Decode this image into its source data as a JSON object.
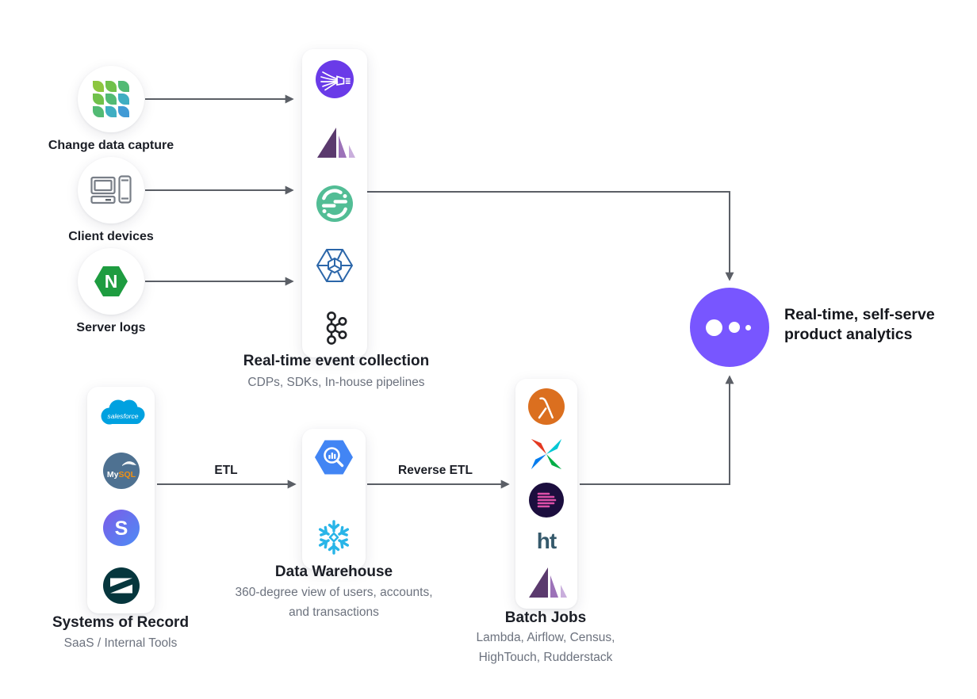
{
  "diagram": {
    "sources": [
      {
        "label": "Change data capture",
        "icon": "debezium-grid-icon"
      },
      {
        "label": "Client devices",
        "icon": "client-devices-icon"
      },
      {
        "label": "Server logs",
        "icon": "nginx-icon"
      }
    ],
    "realtime": {
      "title": "Real-time event collection",
      "subtitle": "CDPs, SDKs, In-house pipelines",
      "icons": [
        "snowplow-icon",
        "rudderstack-icon",
        "segment-icon",
        "hexagon-cube-icon",
        "kafka-icon"
      ]
    },
    "systems": {
      "title": "Systems of Record",
      "subtitle": "SaaS / Internal Tools",
      "icons": [
        "salesforce-icon",
        "mysql-icon",
        "stripe-icon",
        "zendesk-icon"
      ]
    },
    "warehouse": {
      "title": "Data Warehouse",
      "subtitle_line1": "360-degree view of users, accounts,",
      "subtitle_line2": "and transactions",
      "icons": [
        "bigquery-icon",
        "snowflake-icon"
      ]
    },
    "batch": {
      "title": "Batch Jobs",
      "subtitle_line1": "Lambda, Airflow, Census,",
      "subtitle_line2": "HighTouch, Rudderstack",
      "icons": [
        "aws-lambda-icon",
        "airflow-icon",
        "census-icon",
        "hightouch-icon",
        "rudderstack-icon"
      ]
    },
    "edges": {
      "etl": "ETL",
      "reverse_etl": "Reverse ETL"
    },
    "analytics": {
      "line1": "Real-time, self-serve",
      "line2": "product analytics",
      "icon": "mixpanel-icon"
    },
    "logo_texts": {
      "nginx": "N",
      "salesforce": "salesforce",
      "mysql_my": "My",
      "mysql_sql": "SQL",
      "hightouch": "ht"
    },
    "colors": {
      "mixpanel_purple": "#7856FF",
      "segment_green": "#52BD95",
      "nginx_green": "#1E9C40",
      "snowflake_blue": "#29B5E8",
      "bigquery_blue": "#4285F4",
      "lambda_orange": "#DB6F1F",
      "salesforce_blue": "#00A1E0",
      "zendesk_dark": "#06363D",
      "snowplow_purple": "#6A3BE8",
      "arrow_gray": "#5B5F66"
    }
  }
}
